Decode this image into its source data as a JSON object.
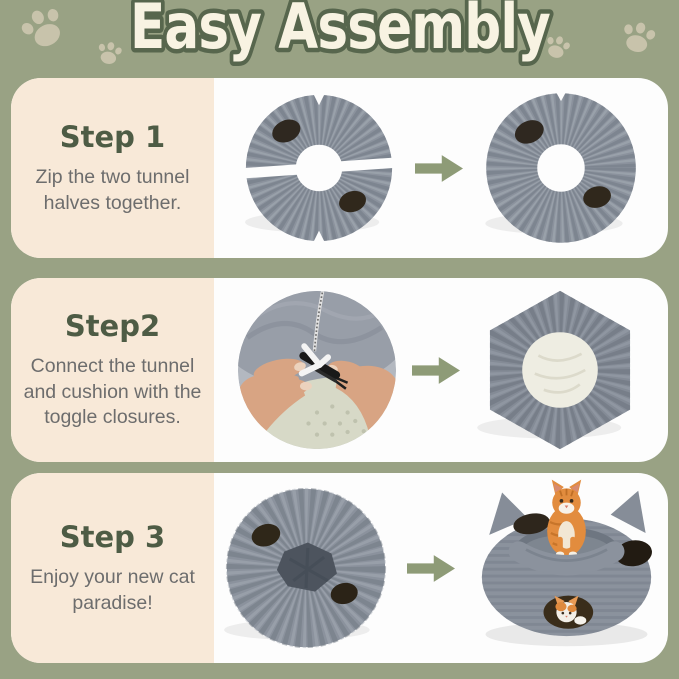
{
  "header": {
    "title": "Easy Assembly"
  },
  "steps": [
    {
      "heading": "Step 1",
      "description": "Zip the two tunnel halves together.",
      "before_photo": "two separated gray tunnel halves",
      "after_photo": "zipped-together tunnel ring"
    },
    {
      "heading": "Step2",
      "description": "Connect the tunnel and cushion with the toggle closures.",
      "before_photo": "hands fastening black toggle closure",
      "after_photo": "tunnel ring with cream cushion inside"
    },
    {
      "heading": "Step 3",
      "description": "Enjoy your new cat paradise!",
      "before_photo": "assembled tunnel top view",
      "after_photo": "finished cat bed with cats"
    }
  ],
  "icons": {
    "arrow": "arrow-right-icon",
    "paw": "paw-print-icon"
  },
  "colors": {
    "background": "#99a284",
    "panel_text_bg": "#f8e9d8",
    "panel_photo_bg": "#fdfdfd",
    "title_fill": "#f8f3e2",
    "title_outline": "#57664d",
    "step_heading": "#4e5c45",
    "step_description": "#6d6d6d",
    "arrow": "#8e9b77",
    "paw": "#cbc5ae",
    "tunnel_fabric": "#8b929d",
    "tunnel_hole": "#2f2820",
    "cushion": "#eeede2",
    "cat_orange": "#e28c3e"
  }
}
